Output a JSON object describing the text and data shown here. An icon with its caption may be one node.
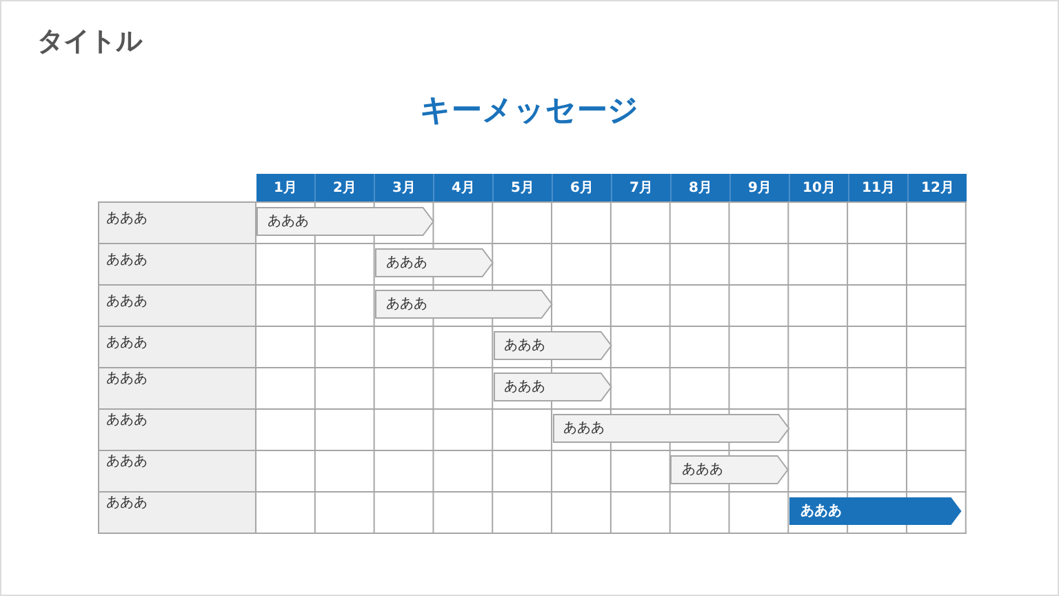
{
  "diagram": {
    "title": "タイトル",
    "nodes": [
      {
        "text": [
          "あああ"
        ]
      },
      {
        "text": [
          "あああ"
        ]
      },
      {
        "text": [
          "あああ"
        ]
      },
      {
        "text": [
          "あああ"
        ]
      },
      {
        "text": [
          "あああ"
        ]
      },
      {
        "text": [
          "あああ"
        ]
      },
      {
        "text": [
          "あああ"
        ]
      },
      {
        "text": [
          "あああ"
        ]
      }
    ],
    "labels": [
      "キーメッセージ",
      "1月",
      "2月",
      "3月",
      "4月",
      "5月",
      "6月",
      "7月",
      "8月",
      "9月",
      "10月",
      "11月",
      "12月",
      "あああ",
      "あああ",
      "あああ",
      "あああ",
      "あああ",
      "あああ",
      "あああ",
      "あああ"
    ]
  }
}
